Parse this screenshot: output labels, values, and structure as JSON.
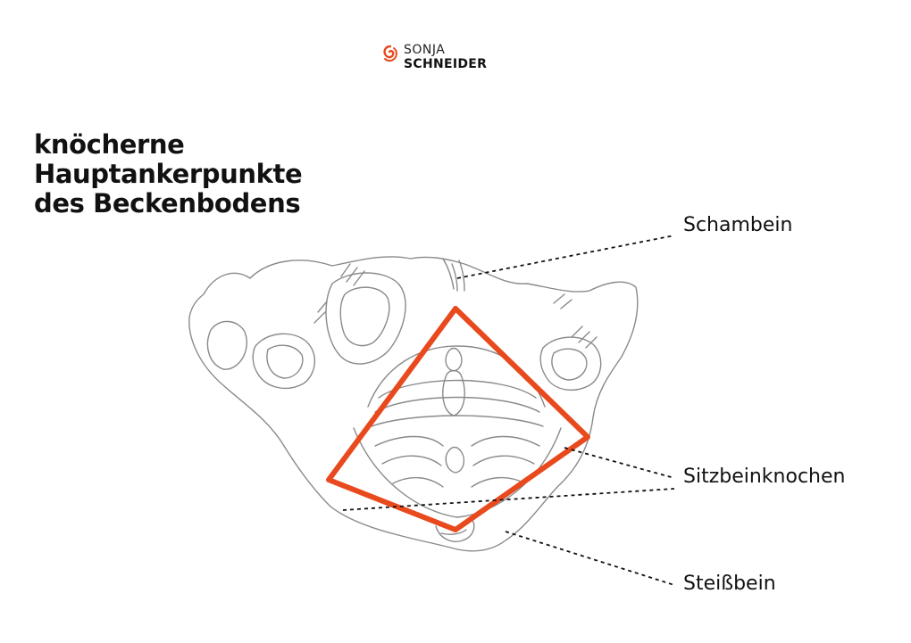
{
  "brand": {
    "line1": "SONJA",
    "line2": "SCHNEIDER",
    "logo_icon": "swirl-logo-icon",
    "accent_color": "#e8491d"
  },
  "title": {
    "lines": [
      "knöcherne",
      "Hauptankerpunkte",
      "des Beckenbodens"
    ]
  },
  "labels": {
    "schambein": "Schambein",
    "sitzbeinknochen": "Sitzbeinknochen",
    "steissbein": "Steißbein"
  },
  "colors": {
    "highlight": "#e8491d",
    "sketch": "#8a8a8a",
    "leader": "#111111"
  }
}
